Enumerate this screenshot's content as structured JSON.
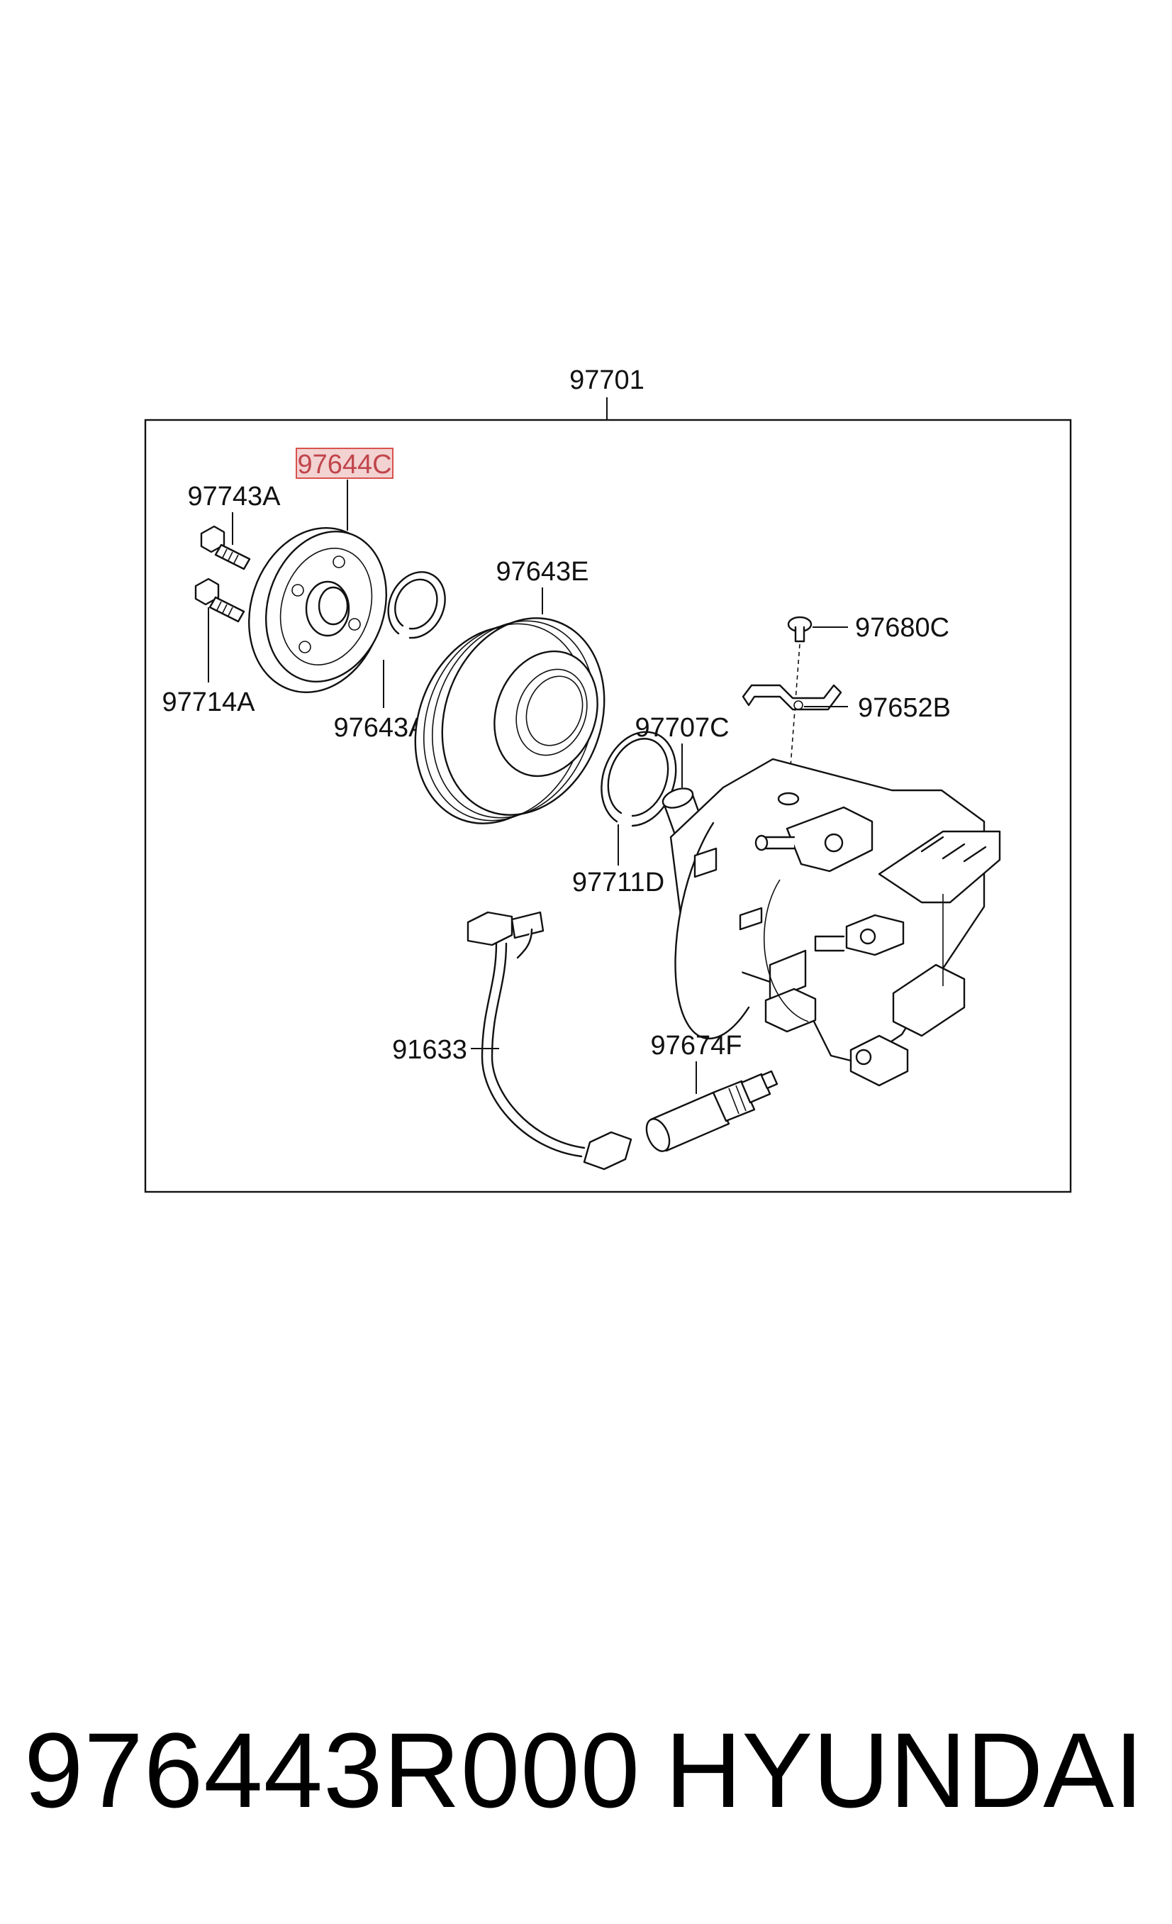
{
  "diagram": {
    "assembly_label": "97701",
    "highlight_color": "#f3d2d2",
    "highlight_border": "#d9534f",
    "labels": {
      "hub": "97644C",
      "bolt_upper": "97743A",
      "bolt_lower": "97714A",
      "snap_ring_small": "97643A",
      "pulley": "97643E",
      "bearing": "97707C",
      "snap_ring_large": "97711D",
      "screw": "97680C",
      "bracket": "97652B",
      "harness": "91633",
      "sensor": "97674F"
    }
  },
  "footer": {
    "part_number": "976443R000",
    "brand": "HYUNDAI"
  }
}
